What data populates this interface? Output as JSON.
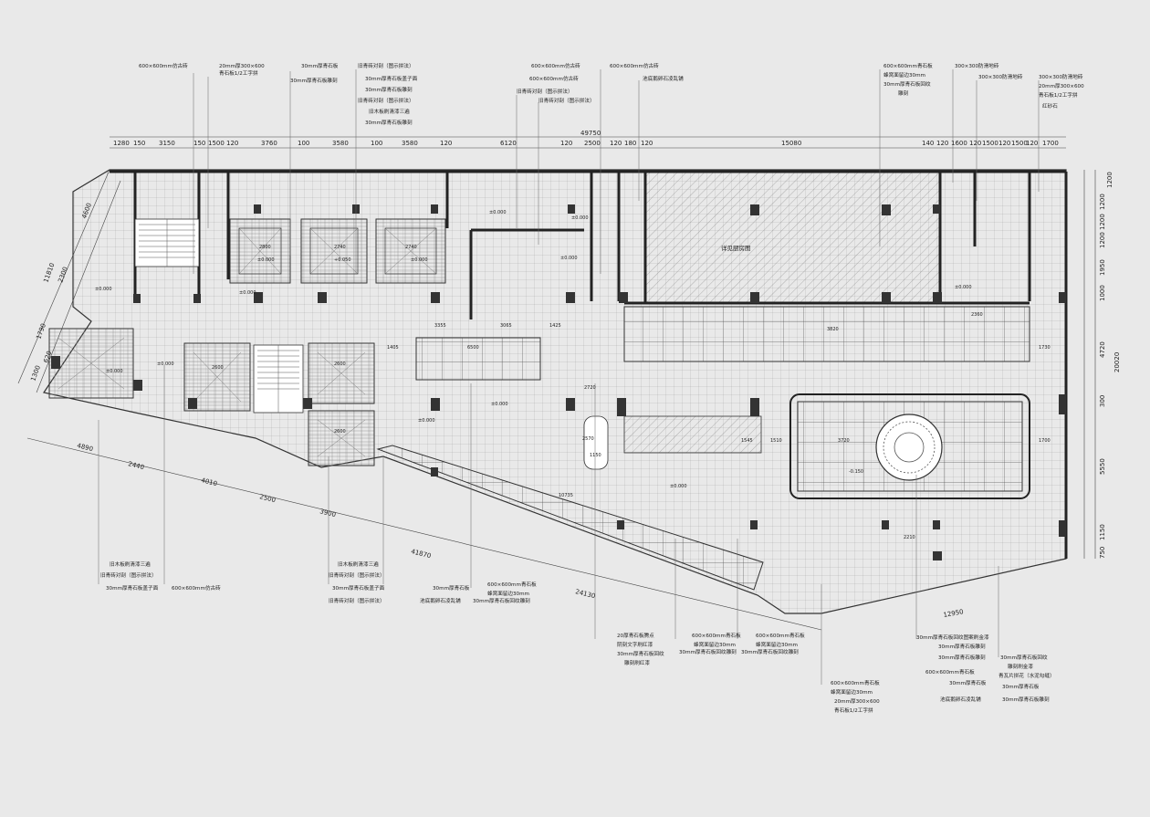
{
  "drawing": {
    "room_name": "详见厨房图",
    "overall_top_dim": "49750",
    "top_dims": [
      "1280",
      "150",
      "3150",
      "150",
      "1500",
      "120",
      "3760",
      "100",
      "3580",
      "100",
      "3580",
      "120",
      "6120",
      "120",
      "2500",
      "120",
      "180",
      "120",
      "15080",
      "140",
      "120",
      "1600",
      "120",
      "1500",
      "120",
      "1500",
      "120",
      "1700"
    ],
    "right_dims": [
      "1200",
      "1200",
      "1200",
      "1200",
      "1950",
      "1000",
      "4720",
      "300",
      "5550",
      "1150",
      "750"
    ],
    "right_total": "20020",
    "left_dims": [
      "4600",
      "11810",
      "2300",
      "1790",
      "620",
      "1300"
    ],
    "bottom_dims": [
      "4890",
      "2440",
      "4010",
      "2500",
      "3900",
      "41870",
      "24130",
      "12950"
    ],
    "interior_dims": [
      "2800",
      "2740",
      "2740",
      "2600",
      "2600",
      "2600",
      "3355",
      "3065",
      "1425",
      "6500",
      "2570",
      "1150",
      "3820",
      "2720",
      "3720",
      "1545",
      "1510",
      "1730",
      "1700",
      "10735",
      "2210",
      "2360",
      "1405"
    ],
    "levels": [
      "±0.000",
      "-0.150",
      "±0.000",
      "±0.000",
      "±0.000",
      "±0.000",
      "+0.050",
      "±0.000",
      "±0.000",
      "±0.000",
      "±0.000",
      "±0.000",
      "±0.000",
      "±0.000",
      "±0.000"
    ],
    "callouts_top": [
      {
        "lines": [
          "600×600mm仿古砖"
        ]
      },
      {
        "lines": [
          "20mm厚300×600",
          "青石板1/2工字拼"
        ]
      },
      {
        "lines": [
          "30mm厚青石板",
          "30mm厚青石板雕刻"
        ]
      },
      {
        "lines": [
          "旧青砖对剖（图示拼法）",
          "30mm厚青石板盖子面",
          "30mm厚青石板雕刻",
          "旧青砖对剖（图示拼法）",
          "旧木板刷清漆三遍",
          "30mm厚青石板雕刻"
        ]
      },
      {
        "lines": [
          "600×600mm仿古砖",
          "600×600mm仿古砖",
          "旧青砖对剖（图示拼法）",
          "旧青砖对剖（图示拼法）"
        ]
      },
      {
        "lines": [
          "600×600mm仿古砖",
          "池底鹅卵石凌乱铺"
        ]
      },
      {
        "lines": [
          "600×600mm青石板",
          "蜂窝面留边30mm",
          "30mm厚青石板回纹",
          "雕刻"
        ]
      },
      {
        "lines": [
          "300×300防滑地砖",
          "300×300防滑地砖"
        ]
      },
      {
        "lines": [
          "300×300防滑地砖",
          "20mm厚300×600",
          "青石板1/2工字拼",
          "红砂石"
        ]
      }
    ],
    "callouts_bottom": [
      {
        "lines": [
          "旧木板刷清漆三遍",
          "旧青砖对剖（图示拼法）",
          "30mm厚青石板盖子面"
        ]
      },
      {
        "lines": [
          "600×600mm仿古砖"
        ]
      },
      {
        "lines": [
          "旧木板刷清漆三遍",
          "旧青砖对剖（图示拼法）",
          "30mm厚青石板盖子面",
          "旧青砖对剖（图示拼法）"
        ]
      },
      {
        "lines": [
          "30mm厚青石板",
          "池底鹅卵石凌乱铺"
        ]
      },
      {
        "lines": [
          "600×600mm青石板",
          "蜂窝面留边30mm",
          "30mm厚青石板回纹雕刻"
        ]
      },
      {
        "lines": [
          "20厚青石板腾点",
          "阴刻文字刷红漆",
          "30mm厚青石板回纹",
          "雕刻刷红漆"
        ]
      },
      {
        "lines": [
          "600×600mm青石板",
          "蜂窝面留边30mm",
          "30mm厚青石板回纹雕刻"
        ]
      },
      {
        "lines": [
          "600×600mm青石板",
          "蜂窝面留边30mm",
          "30mm厚青石板回纹雕刻"
        ]
      },
      {
        "lines": [
          "600×600mm青石板",
          "蜂窝面留边30mm",
          "20mm厚300×600",
          "青石板1/2工字拼"
        ]
      },
      {
        "lines": [
          "30mm厚青石板回纹图案刷金漆",
          "30mm厚青石板雕刻",
          "30mm厚青石板雕刻",
          "600×600mm青石板",
          "30mm厚青石板",
          "池底鹅卵石凌乱铺"
        ]
      },
      {
        "lines": [
          "30mm厚青石板回纹",
          "雕刻刷金漆",
          "青瓦片拼花（水泥勾缝）",
          "30mm厚青石板",
          "30mm厚青石板雕刻"
        ]
      }
    ]
  }
}
